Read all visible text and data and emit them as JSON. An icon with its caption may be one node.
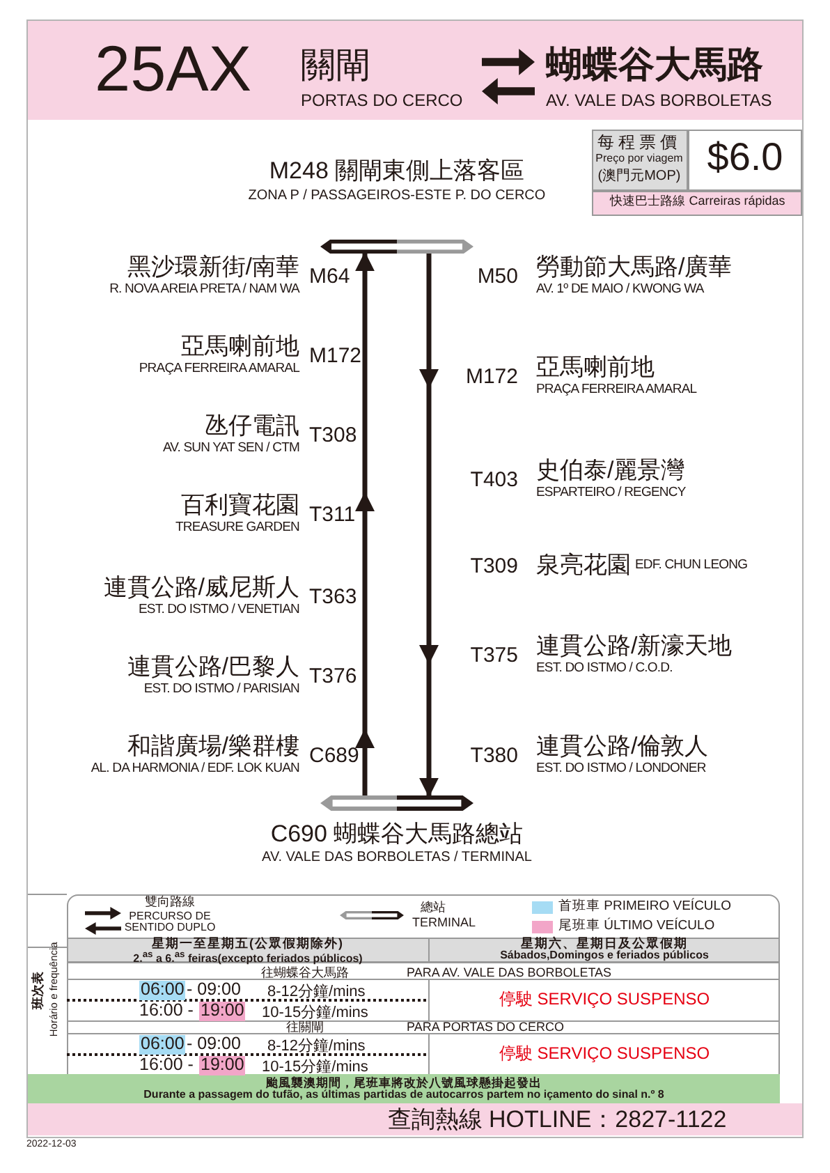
{
  "diagram": {
    "nodes": [
      {
        "text": [
          "M248 關閘東側上落客區",
          "ZONA P / PASSAGEIROS-ESTE P. DO CERCO"
        ]
      },
      {
        "text": [
          "C690 蝴蝶谷大馬路總站",
          "AV. VALE DAS BORBOLETAS / TERMINAL"
        ]
      }
    ],
    "edges": [
      {
        "from": 1,
        "to": 0,
        "arrow": "to"
      },
      {
        "from": 0,
        "to": 1,
        "arrow": "to"
      }
    ],
    "labels": [
      "25AX",
      "關閘",
      "PORTAS DO CERCO",
      "蝴蝶谷大馬路",
      "AV. VALE DAS BORBOLETAS",
      "每程票價",
      "Preço por viagem",
      "(澳門元MOP)",
      "$6.0",
      "快速巴士路線 Carreiras rápidas",
      "黑沙環新街/南華",
      "R. NOVA AREIA PRETA / NAM WA",
      "M64",
      "亞馬喇前地",
      "PRAÇA FERREIRA AMARAL",
      "M172",
      "氹仔電訊",
      "AV. SUN YAT SEN / CTM",
      "T308",
      "百利寶花園",
      "TREASURE GARDEN",
      "T311",
      "連貫公路/威尼斯人",
      "EST. DO ISTMO / VENETIAN",
      "T363",
      "連貫公路/巴黎人",
      "EST. DO ISTMO / PARISIAN",
      "T376",
      "和諧廣場/樂群樓",
      "AL. DA HARMONIA / EDF. LOK KUAN",
      "C689",
      "M50",
      "勞動節大馬路/廣華",
      "AV. 1º DE MAIO / KWONG WA",
      "M172",
      "亞馬喇前地",
      "PRAÇA FERREIRA AMARAL",
      "T403",
      "史伯泰/麗景灣",
      "ESPARTEIRO / REGENCY",
      "T309",
      "泉亮花園",
      "EDF. CHUN LEONG",
      "T375",
      "連貫公路/新濠天地",
      "EST. DO ISTMO / C.O.D.",
      "T380",
      "連貫公路/倫敦人",
      "EST. DO ISTMO / LONDONER",
      "雙向路線",
      "PERCURSO DE SENTIDO DUPLO",
      "總站",
      "TERMINAL",
      "班次表",
      "Horário e frequência",
      "星期一至星期五(公眾假期除外)",
      "2.$^{as}$ a 6.$^{as}$ feiras(excepto feriados públicos)",
      "星期六、星期日及公眾假期",
      "Sábados,Domingos e feriados públicos",
      "往蝴蝶谷大馬路",
      "PARA AV. VALE DAS BORBOLETAS",
      "06:00",
      "- 09:00",
      "8-12分鐘/mins",
      "16:00 -",
      "19:00",
      "10-15分鐘/mins",
      "停駛 SERVIÇO SUSPENSO",
      "往關閘",
      "PARA PORTAS DO CERCO",
      "06:00",
      "- 09:00",
      "8-12分鐘/mins",
      "16:00 -",
      "19:00",
      "10-15分鐘/mins",
      "停駛 SERVIÇO SUSPENSO",
      "颱風襲澳期間，尾班車將改於八號風球懸掛起發出",
      "Durante a passagem do tufão, as últimas partidas de autocarros partem no içamento do sinal n.º 8",
      "查詢熱線 HOTLINE：2827-1122",
      "2022-12-03"
    ],
    "legend": [
      {
        "text": "首班車 PRIMEIRO VEÍCULO",
        "color": "#a6dcf4"
      },
      {
        "text": "尾班車 ÚLTIMO VEÍCULO",
        "color": "#f2a6c8"
      }
    ]
  }
}
